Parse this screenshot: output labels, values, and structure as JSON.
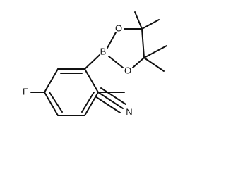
{
  "molecule": {
    "atoms": {
      "fluorine": "F",
      "boron": "B",
      "oxygen_top": "O",
      "oxygen_bottom": "O",
      "nitrogen": "N"
    }
  }
}
